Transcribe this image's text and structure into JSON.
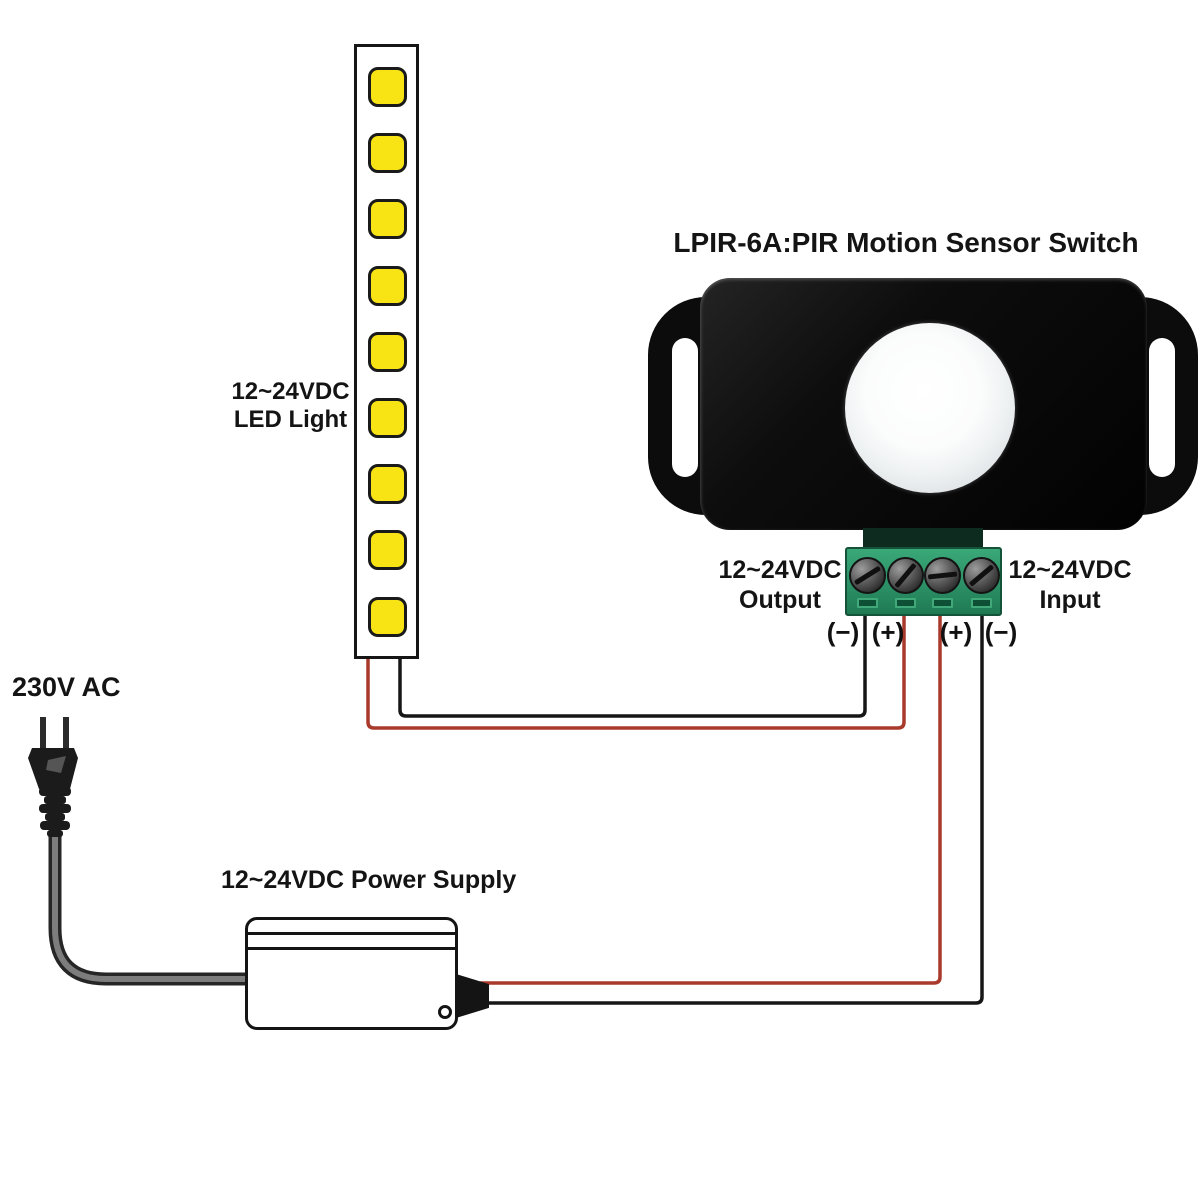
{
  "title": "LPIR-6A:PIR Motion Sensor Switch",
  "led_strip": {
    "label_line1": "12~24VDC",
    "label_line2": "LED Light",
    "count": 9
  },
  "terminals": {
    "output_label_line1": "12~24VDC",
    "output_label_line2": "Output",
    "input_label_line1": "12~24VDC",
    "input_label_line2": "Input",
    "marks": [
      "(−)",
      "(+)",
      "(+)",
      "(−)"
    ]
  },
  "power_supply": {
    "label": "12~24VDC Power Supply"
  },
  "ac": {
    "label": "230V AC"
  },
  "colors": {
    "wire_red": "#a8392b",
    "wire_black": "#161616",
    "led_yellow": "#f8e414",
    "terminal_green": "#2c9066",
    "device_black": "#0c0c0c",
    "cord_gray": "#7d7d7d"
  }
}
